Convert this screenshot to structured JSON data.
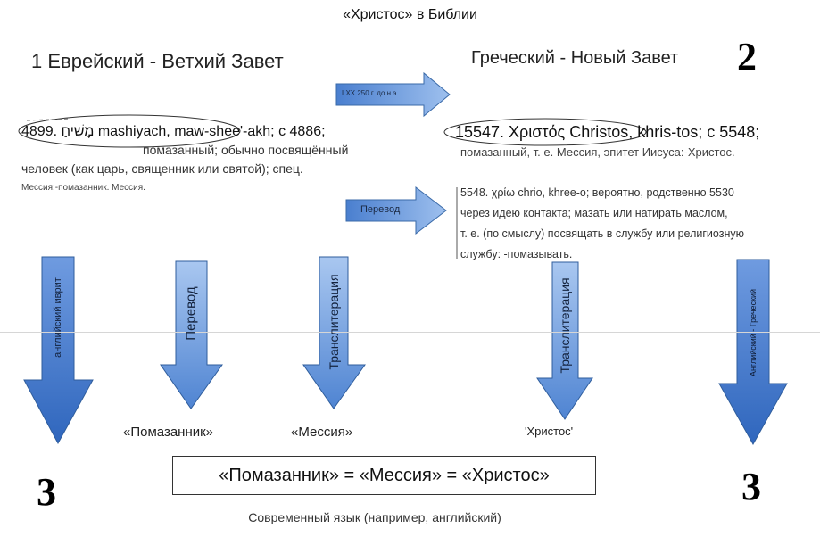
{
  "title": "«Христос» в Библии",
  "left_header": "1 Еврейский - Ветхий Завет",
  "right_header": "Греческий - Новый Завет",
  "number_top_right": "2",
  "number_bottom_left": "3",
  "number_bottom_right": "3",
  "arrow_lxx_label": "LXX 250 г. до н.э.",
  "arrow_translation_label": "Перевод",
  "hebrew_entry": {
    "line1": "4899. מָשִׁיחַ mashiyach, maw-shee'-akh; с 4886;",
    "line2": "помазанный; обычно посвящённый",
    "line3": "человек (как царь, священник или святой); спец.",
    "line4": "Мессия:-помазанник. Мессия."
  },
  "greek_entry": {
    "line1": "15547. Χριστός Christos, khris-tos; с 5548;",
    "line2": "помазанный, т. е. Мессия, эпитет Иисуса:-Христос.",
    "body": [
      "5548. χρίω chrio, khree-o; вероятно, родственно 5530",
      "через идею контакта; мазать или натирать маслом,",
      "т. е. (по смыслу) посвящать в службу или религиозную",
      "службу: -помазывать."
    ]
  },
  "down_arrows": [
    {
      "label": "английский иврит"
    },
    {
      "label": "Перевод"
    },
    {
      "label": "Транслитерация"
    },
    {
      "label": "Транслитерация"
    },
    {
      "label": "Английский - Греческий"
    }
  ],
  "terms": {
    "anointed": "«Помазанник»",
    "messiah": "«Мессия»",
    "christ": "'Христос'"
  },
  "equation": "«Помазанник» = «Мессия» = «Христос»",
  "footer": "Современный язык (например, английский)",
  "colors": {
    "arrow_fill": "#7fa9e4",
    "arrow_stroke": "#2f5d9c",
    "arrow_dark": "#3e73c4"
  }
}
